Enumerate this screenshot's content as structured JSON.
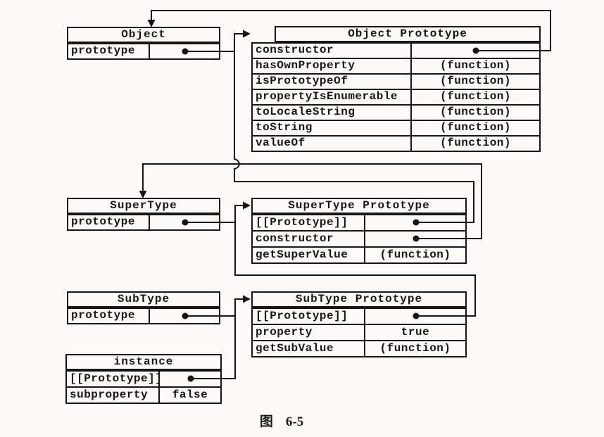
{
  "figure": {
    "caption_label": "图",
    "caption_number": "6-5"
  },
  "colors": {
    "ink": "#161616",
    "paper": "#fbfaf8"
  },
  "groups": [
    {
      "id": "object",
      "title": "Object",
      "rows": [
        {
          "label": "prototype",
          "value": "",
          "pointer": true
        }
      ]
    },
    {
      "id": "object-prototype",
      "title": "Object Prototype",
      "rows": [
        {
          "label": "constructor",
          "value": "",
          "pointer": true
        },
        {
          "label": "hasOwnProperty",
          "value": "(function)"
        },
        {
          "label": "isPrototypeOf",
          "value": "(function)"
        },
        {
          "label": "propertyIsEnumerable",
          "value": "(function)"
        },
        {
          "label": "toLocaleString",
          "value": "(function)"
        },
        {
          "label": "toString",
          "value": "(function)"
        },
        {
          "label": "valueOf",
          "value": "(function)"
        }
      ]
    },
    {
      "id": "supertype",
      "title": "SuperType",
      "rows": [
        {
          "label": "prototype",
          "value": "",
          "pointer": true
        }
      ]
    },
    {
      "id": "supertype-prototype",
      "title": "SuperType Prototype",
      "rows": [
        {
          "label": "[[Prototype]]",
          "value": "",
          "pointer": true
        },
        {
          "label": "constructor",
          "value": "",
          "pointer": true
        },
        {
          "label": "getSuperValue",
          "value": "(function)"
        }
      ]
    },
    {
      "id": "subtype",
      "title": "SubType",
      "rows": [
        {
          "label": "prototype",
          "value": "",
          "pointer": true
        }
      ]
    },
    {
      "id": "subtype-prototype",
      "title": "SubType Prototype",
      "rows": [
        {
          "label": "[[Prototype]]",
          "value": "",
          "pointer": true
        },
        {
          "label": "property",
          "value": "true"
        },
        {
          "label": "getSubValue",
          "value": "(function)"
        }
      ]
    },
    {
      "id": "instance",
      "title": "instance",
      "rows": [
        {
          "label": "[[Prototype]]",
          "value": "",
          "pointer": true
        },
        {
          "label": "subproperty",
          "value": "false"
        }
      ]
    }
  ],
  "connections": [
    {
      "from": "Object Prototype.constructor",
      "to": "Object"
    },
    {
      "from": "Object.prototype",
      "to": "Object Prototype"
    },
    {
      "from": "SuperType Prototype.[[Prototype]]",
      "to": "Object Prototype"
    },
    {
      "from": "SuperType Prototype.constructor",
      "to": "SuperType"
    },
    {
      "from": "SuperType.prototype",
      "to": "SuperType Prototype"
    },
    {
      "from": "SubType Prototype.[[Prototype]]",
      "to": "SuperType Prototype"
    },
    {
      "from": "SubType.prototype",
      "to": "SubType Prototype"
    },
    {
      "from": "instance.[[Prototype]]",
      "to": "SubType Prototype"
    }
  ]
}
